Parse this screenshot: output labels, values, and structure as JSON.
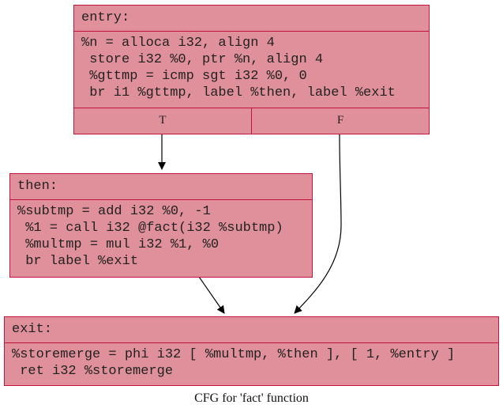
{
  "caption": "CFG for 'fact' function",
  "colors": {
    "node_fill": "#e0909a",
    "node_border": "#c0143c",
    "edge": "#000000",
    "background": "#ffffff"
  },
  "nodes": {
    "entry": {
      "label": "entry:",
      "lines": [
        "%n = alloca i32, align 4",
        " store i32 %0, ptr %n, align 4",
        " %gttmp = icmp sgt i32 %0, 0",
        " br i1 %gttmp, label %then, label %exit"
      ],
      "branches": [
        "T",
        "F"
      ]
    },
    "then": {
      "label": "then:",
      "lines": [
        "%subtmp = add i32 %0, -1",
        " %1 = call i32 @fact(i32 %subtmp)",
        " %multmp = mul i32 %1, %0",
        " br label %exit"
      ]
    },
    "exit": {
      "label": "exit:",
      "lines": [
        "%storemerge = phi i32 [ %multmp, %then ], [ 1, %entry ]",
        " ret i32 %storemerge"
      ]
    }
  },
  "edges": [
    {
      "from": "entry",
      "port": "T",
      "to": "then"
    },
    {
      "from": "entry",
      "port": "F",
      "to": "exit"
    },
    {
      "from": "then",
      "to": "exit"
    }
  ]
}
